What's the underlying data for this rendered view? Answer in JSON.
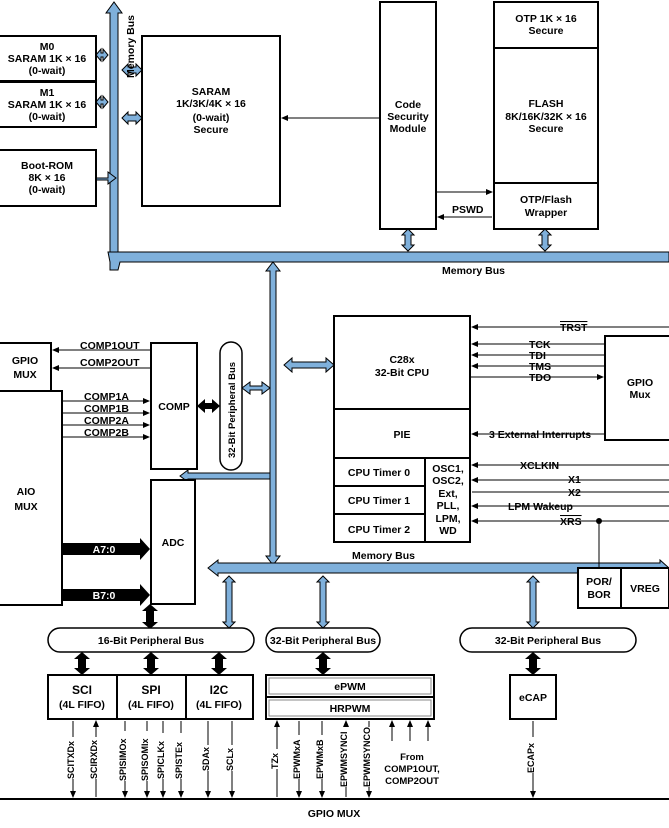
{
  "blocks": {
    "m0": [
      "M0",
      "SARAM 1K × 16",
      "(0-wait)"
    ],
    "m1": [
      "M1",
      "SARAM 1K × 16",
      "(0-wait)"
    ],
    "bootrom": [
      "Boot-ROM",
      "8K × 16",
      "(0-wait)"
    ],
    "saram": [
      "SARAM",
      "1K/3K/4K × 16",
      "(0-wait)",
      "Secure"
    ],
    "csm": [
      "Code",
      "Security",
      "Module"
    ],
    "otp": [
      "OTP 1K × 16",
      "Secure"
    ],
    "flash": [
      "FLASH",
      "8K/16K/32K × 16",
      "Secure"
    ],
    "wrapper": [
      "OTP/Flash",
      "Wrapper"
    ],
    "gpio_mux_left": [
      "GPIO",
      "MUX"
    ],
    "aio_mux": [
      "AIO",
      "MUX"
    ],
    "comp": "COMP",
    "adc": "ADC",
    "cpu": [
      "C28x",
      "32-Bit CPU"
    ],
    "pie": "PIE",
    "timer0": "CPU Timer 0",
    "timer1": "CPU Timer 1",
    "timer2": "CPU Timer 2",
    "osc": [
      "OSC1,",
      "OSC2,",
      "Ext,",
      "PLL,",
      "LPM,",
      "WD"
    ],
    "gpio_mux_right": [
      "GPIO",
      "Mux"
    ],
    "por": [
      "POR/",
      "BOR"
    ],
    "vreg": "VREG",
    "sci": [
      "SCI",
      "(4L FIFO)"
    ],
    "spi": [
      "SPI",
      "(4L FIFO)"
    ],
    "i2c": [
      "I2C",
      "(4L FIFO)"
    ],
    "epwm": "ePWM",
    "hrpwm": "HRPWM",
    "ecap": "eCAP"
  },
  "buses": {
    "memory_bus_vertical": "Memory Bus",
    "memory_bus_1": "Memory Bus",
    "memory_bus_2": "Memory Bus",
    "peripheral_32_vertical": "32-Bit Peripheral Bus",
    "peripheral_16": "16-Bit Peripheral Bus",
    "peripheral_32_a": "32-Bit Peripheral Bus",
    "peripheral_32_b": "32-Bit Peripheral Bus",
    "gpio_mux_bottom": "GPIO MUX"
  },
  "signals": {
    "psw": "PSWD",
    "comp_out": [
      "COMP1OUT",
      "COMP2OUT"
    ],
    "comp_in": [
      "COMP1A",
      "COMP1B",
      "COMP2A",
      "COMP2B"
    ],
    "adc_in": [
      "A7:0",
      "B7:0"
    ],
    "trst": "TRST",
    "jtag": [
      "TCK",
      "TDI",
      "TMS",
      "TDO"
    ],
    "ext_int": "3 External Interrupts",
    "clk": [
      "XCLKIN",
      "X1",
      "X2"
    ],
    "lpm": "LPM Wakeup",
    "xrs": "XRS",
    "sci_pins": [
      "SCITXDx",
      "SCIRXDx"
    ],
    "spi_pins": [
      "SPISIMOx",
      "SPISOMIx",
      "SPICLKx",
      "SPISTEx"
    ],
    "i2c_pins": [
      "SDAx",
      "SCLx"
    ],
    "epwm_pins": [
      "TZx",
      "EPWMxA",
      "EPWMxB",
      "EPWMSYNCI",
      "EPWMSYNCO"
    ],
    "epwm_from": [
      "From",
      "COMP1OUT,",
      "COMP2OUT"
    ],
    "ecap_pins": [
      "ECAPx"
    ]
  }
}
